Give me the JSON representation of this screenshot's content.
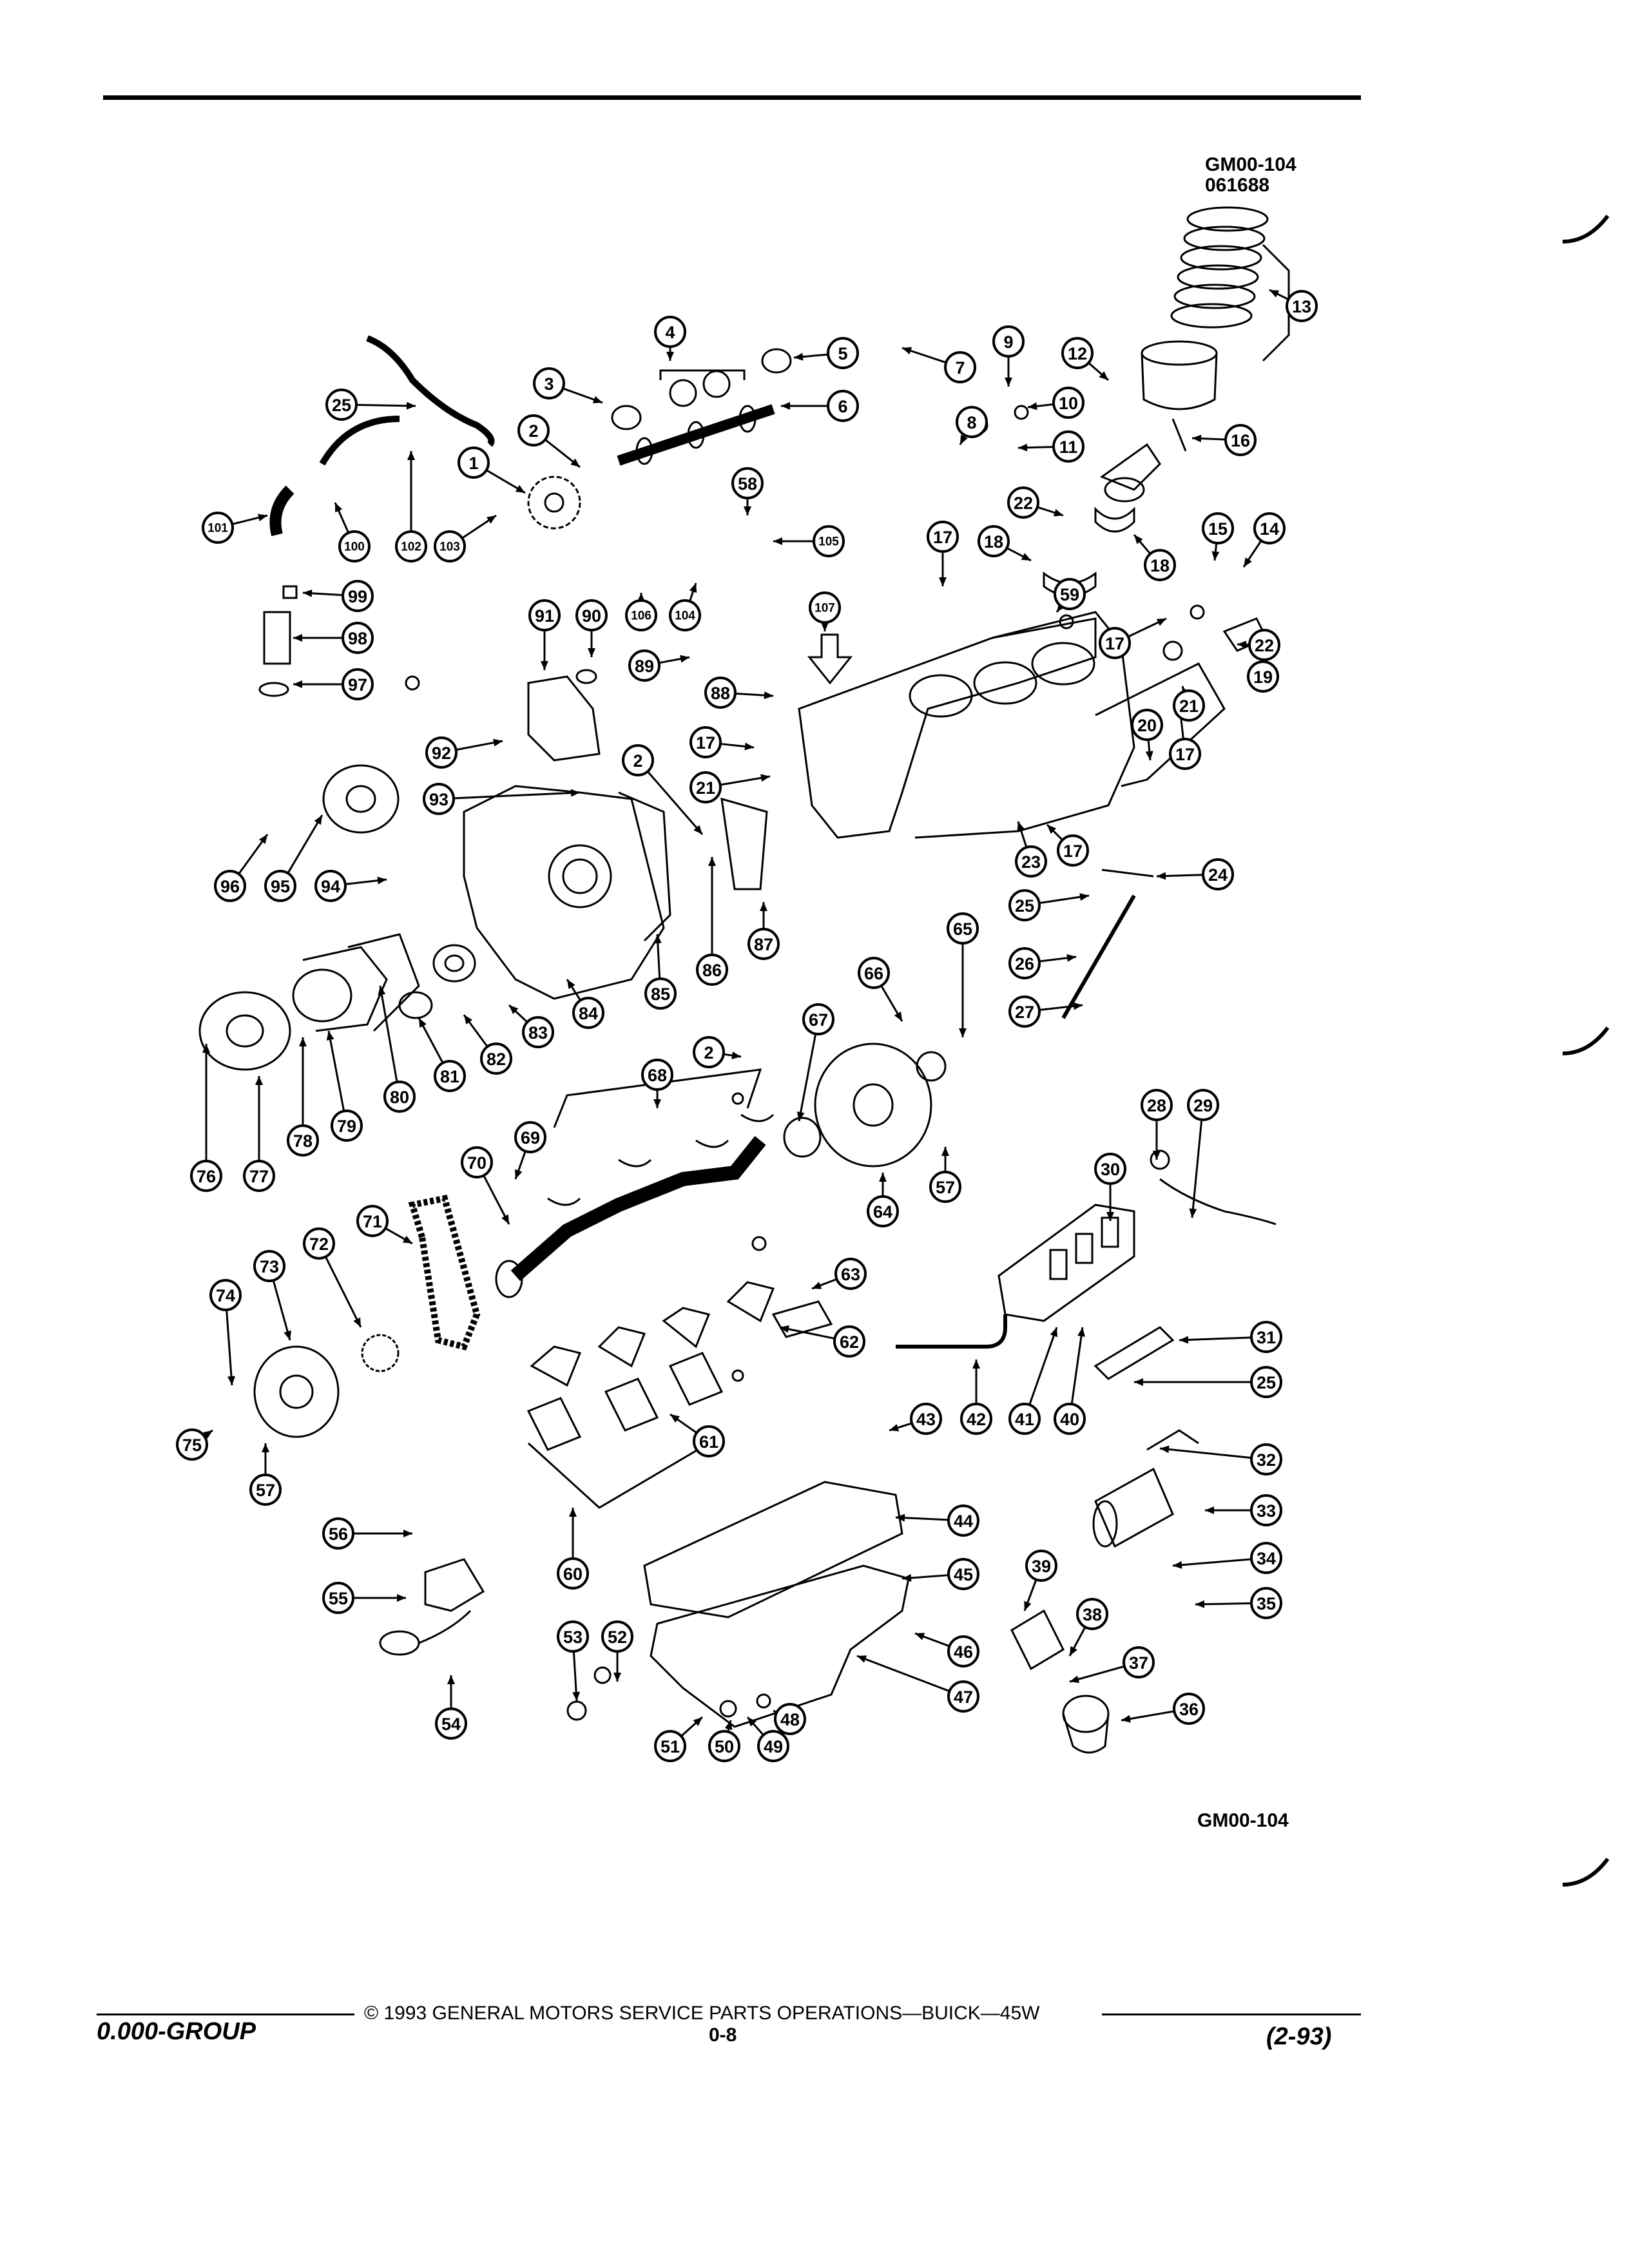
{
  "figure": {
    "code_top": "GM00-104",
    "date_code": "061688",
    "code_bottom": "GM00-104"
  },
  "callouts": [
    {
      "n": "1"
    },
    {
      "n": "2"
    },
    {
      "n": "3"
    },
    {
      "n": "4"
    },
    {
      "n": "5"
    },
    {
      "n": "6"
    },
    {
      "n": "7"
    },
    {
      "n": "8"
    },
    {
      "n": "9"
    },
    {
      "n": "10"
    },
    {
      "n": "11"
    },
    {
      "n": "12"
    },
    {
      "n": "13"
    },
    {
      "n": "14"
    },
    {
      "n": "15"
    },
    {
      "n": "16"
    },
    {
      "n": "17"
    },
    {
      "n": "18"
    },
    {
      "n": "18"
    },
    {
      "n": "17"
    },
    {
      "n": "22"
    },
    {
      "n": "17"
    },
    {
      "n": "21"
    },
    {
      "n": "20"
    },
    {
      "n": "19"
    },
    {
      "n": "22"
    },
    {
      "n": "59"
    },
    {
      "n": "58"
    },
    {
      "n": "105"
    },
    {
      "n": "106"
    },
    {
      "n": "104"
    },
    {
      "n": "107"
    },
    {
      "n": "91"
    },
    {
      "n": "90"
    },
    {
      "n": "89"
    },
    {
      "n": "88"
    },
    {
      "n": "17"
    },
    {
      "n": "21"
    },
    {
      "n": "2"
    },
    {
      "n": "25"
    },
    {
      "n": "101"
    },
    {
      "n": "100"
    },
    {
      "n": "102"
    },
    {
      "n": "103"
    },
    {
      "n": "99"
    },
    {
      "n": "98"
    },
    {
      "n": "97"
    },
    {
      "n": "92"
    },
    {
      "n": "93"
    },
    {
      "n": "96"
    },
    {
      "n": "95"
    },
    {
      "n": "94"
    },
    {
      "n": "85"
    },
    {
      "n": "86"
    },
    {
      "n": "87"
    },
    {
      "n": "23"
    },
    {
      "n": "17"
    },
    {
      "n": "24"
    },
    {
      "n": "25"
    },
    {
      "n": "26"
    },
    {
      "n": "27"
    },
    {
      "n": "65"
    },
    {
      "n": "66"
    },
    {
      "n": "64"
    },
    {
      "n": "57"
    },
    {
      "n": "67"
    },
    {
      "n": "2"
    },
    {
      "n": "68"
    },
    {
      "n": "69"
    },
    {
      "n": "70"
    },
    {
      "n": "76"
    },
    {
      "n": "77"
    },
    {
      "n": "78"
    },
    {
      "n": "79"
    },
    {
      "n": "80"
    },
    {
      "n": "81"
    },
    {
      "n": "82"
    },
    {
      "n": "83"
    },
    {
      "n": "84"
    },
    {
      "n": "71"
    },
    {
      "n": "72"
    },
    {
      "n": "73"
    },
    {
      "n": "74"
    },
    {
      "n": "75"
    },
    {
      "n": "57"
    },
    {
      "n": "63"
    },
    {
      "n": "62"
    },
    {
      "n": "61"
    },
    {
      "n": "28"
    },
    {
      "n": "29"
    },
    {
      "n": "30"
    },
    {
      "n": "31"
    },
    {
      "n": "25"
    },
    {
      "n": "43"
    },
    {
      "n": "42"
    },
    {
      "n": "41"
    },
    {
      "n": "40"
    },
    {
      "n": "32"
    },
    {
      "n": "33"
    },
    {
      "n": "34"
    },
    {
      "n": "35"
    },
    {
      "n": "44"
    },
    {
      "n": "45"
    },
    {
      "n": "46"
    },
    {
      "n": "47"
    },
    {
      "n": "48"
    },
    {
      "n": "49"
    },
    {
      "n": "50"
    },
    {
      "n": "51"
    },
    {
      "n": "60"
    },
    {
      "n": "56"
    },
    {
      "n": "55"
    },
    {
      "n": "54"
    },
    {
      "n": "53"
    },
    {
      "n": "52"
    },
    {
      "n": "39"
    },
    {
      "n": "38"
    },
    {
      "n": "37"
    },
    {
      "n": "36"
    }
  ],
  "footer": {
    "copyright": "© 1993 GENERAL MOTORS SERVICE PARTS OPERATIONS—BUICK—45W",
    "group": "0.000-GROUP",
    "page": "0-8",
    "revision": "(2-93)"
  }
}
